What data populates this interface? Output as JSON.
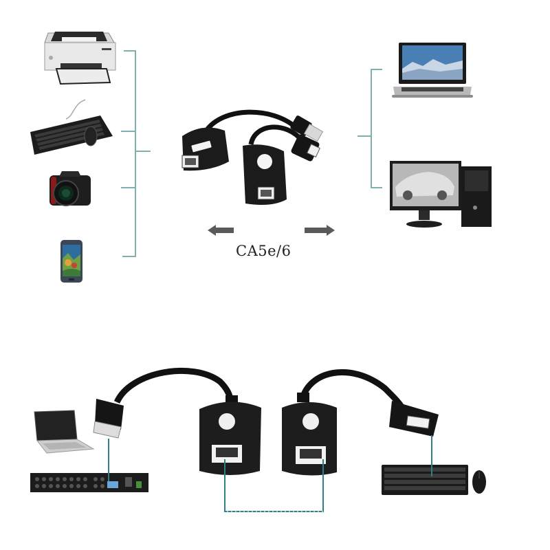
{
  "top_diagram": {
    "cable_label": "CA5e/6",
    "left_devices": [
      {
        "name": "printer"
      },
      {
        "name": "keyboard-and-mouse"
      },
      {
        "name": "camera"
      },
      {
        "name": "smartphone"
      }
    ],
    "right_devices": [
      {
        "name": "laptop"
      },
      {
        "name": "desktop-computer"
      }
    ],
    "adapter_label": "USB RJ45",
    "arrow_color": "#555555",
    "bracket_color": "#7fb0ad"
  },
  "bottom_diagram": {
    "left_devices": [
      {
        "name": "laptop"
      },
      {
        "name": "dvr-recorder"
      }
    ],
    "right_devices": [
      {
        "name": "keyboard"
      },
      {
        "name": "mouse"
      }
    ],
    "connector_color": "#2f7f87"
  }
}
